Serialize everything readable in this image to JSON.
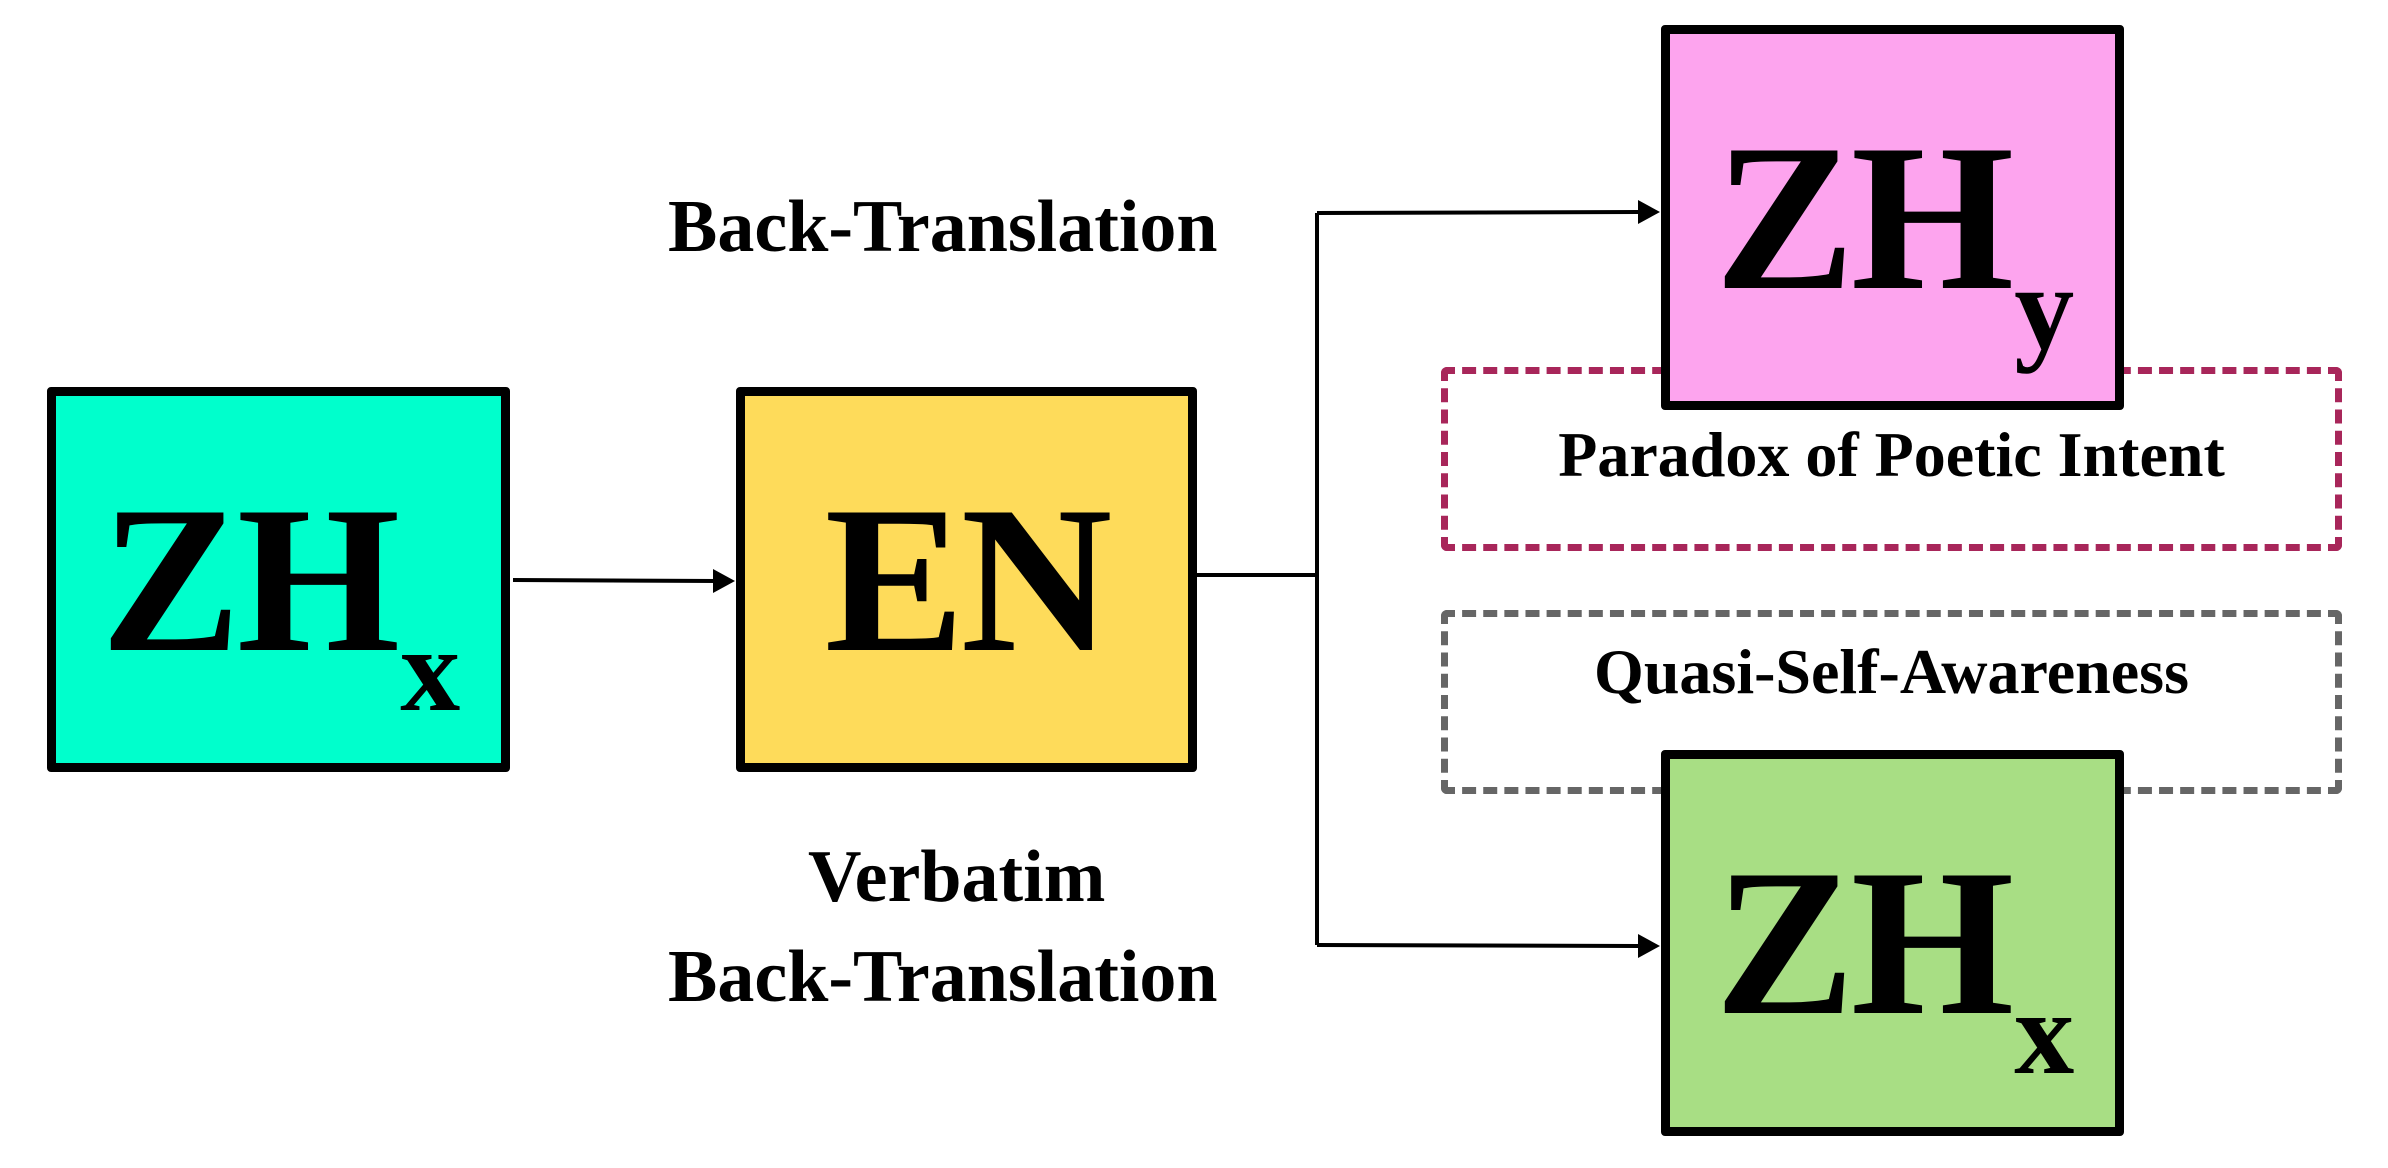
{
  "nodes": {
    "source": {
      "main": "ZH",
      "sub": "x",
      "color": "#00ffcc"
    },
    "pivot": {
      "main": "EN",
      "color": "#fedb5a"
    },
    "output_top": {
      "main": "ZH",
      "sub": "y",
      "color": "#fda4ee"
    },
    "output_bottom": {
      "main": "ZH",
      "sub": "x",
      "color": "#a8de84"
    }
  },
  "labels": {
    "back_translation": "Back-Translation",
    "verbatim_line1": "Verbatim",
    "verbatim_line2": "Back-Translation"
  },
  "callouts": {
    "paradox": {
      "text": "Paradox of Poetic Intent",
      "color": "#a8265a"
    },
    "quasi": {
      "text": "Quasi-Self-Awareness",
      "color": "#666666"
    }
  }
}
